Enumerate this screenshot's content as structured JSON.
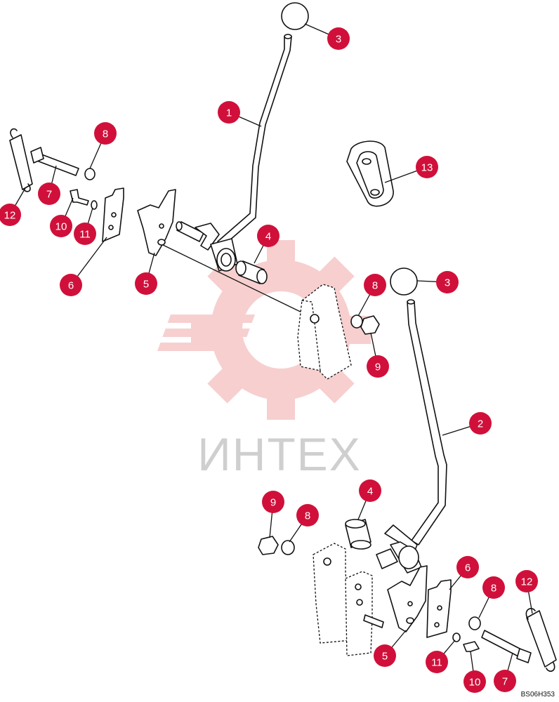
{
  "watermark": {
    "text": "ИНТЕХ",
    "color": "#f2b8b8"
  },
  "reference_code": "BS06H353",
  "callout_color": "#d0103a",
  "callouts": [
    {
      "label": "3"
    },
    {
      "label": "1"
    },
    {
      "label": "8"
    },
    {
      "label": "13"
    },
    {
      "label": "7"
    },
    {
      "label": "12"
    },
    {
      "label": "10"
    },
    {
      "label": "11"
    },
    {
      "label": "4"
    },
    {
      "label": "6"
    },
    {
      "label": "5"
    },
    {
      "label": "8"
    },
    {
      "label": "3"
    },
    {
      "label": "9"
    },
    {
      "label": "2"
    },
    {
      "label": "9"
    },
    {
      "label": "8"
    },
    {
      "label": "4"
    },
    {
      "label": "6"
    },
    {
      "label": "8"
    },
    {
      "label": "12"
    },
    {
      "label": "11"
    },
    {
      "label": "5"
    },
    {
      "label": "10"
    },
    {
      "label": "7"
    }
  ]
}
